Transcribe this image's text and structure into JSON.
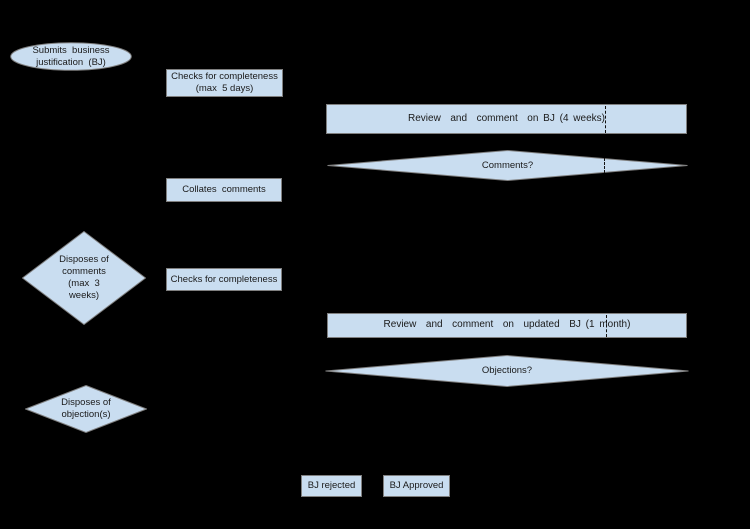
{
  "colors": {
    "background": "#000000",
    "fill": "#c9ddf0",
    "border": "#7f7f7f",
    "text": "#1a1a1a",
    "dash": "#111111"
  },
  "nodes": {
    "submit_bj": {
      "type": "ellipse",
      "label": "Submits  business\njustification  (BJ)"
    },
    "checks_completeness_1": {
      "type": "process",
      "label": "Checks for completeness\n(max  5 days)"
    },
    "review_bj": {
      "type": "process",
      "label": "Review  and  comment  on BJ (4 weeks)"
    },
    "comments_decision": {
      "type": "decision",
      "label": "Comments?"
    },
    "collates_comments": {
      "type": "process",
      "label": "Collates  comments"
    },
    "disposes_comments": {
      "type": "decision",
      "label": "Disposes of\ncomments\n(max  3\nweeks)"
    },
    "checks_completeness_2": {
      "type": "process",
      "label": "Checks for completeness"
    },
    "review_updated_bj": {
      "type": "process",
      "label": "Review  and  comment  on  updated  BJ (1 month)"
    },
    "objections_decision": {
      "type": "decision",
      "label": "Objections?"
    },
    "disposes_objections": {
      "type": "decision",
      "label": "Disposes of\nobjection(s)"
    },
    "bj_rejected": {
      "type": "process",
      "label": "BJ rejected"
    },
    "bj_approved": {
      "type": "process",
      "label": "BJ Approved"
    }
  }
}
